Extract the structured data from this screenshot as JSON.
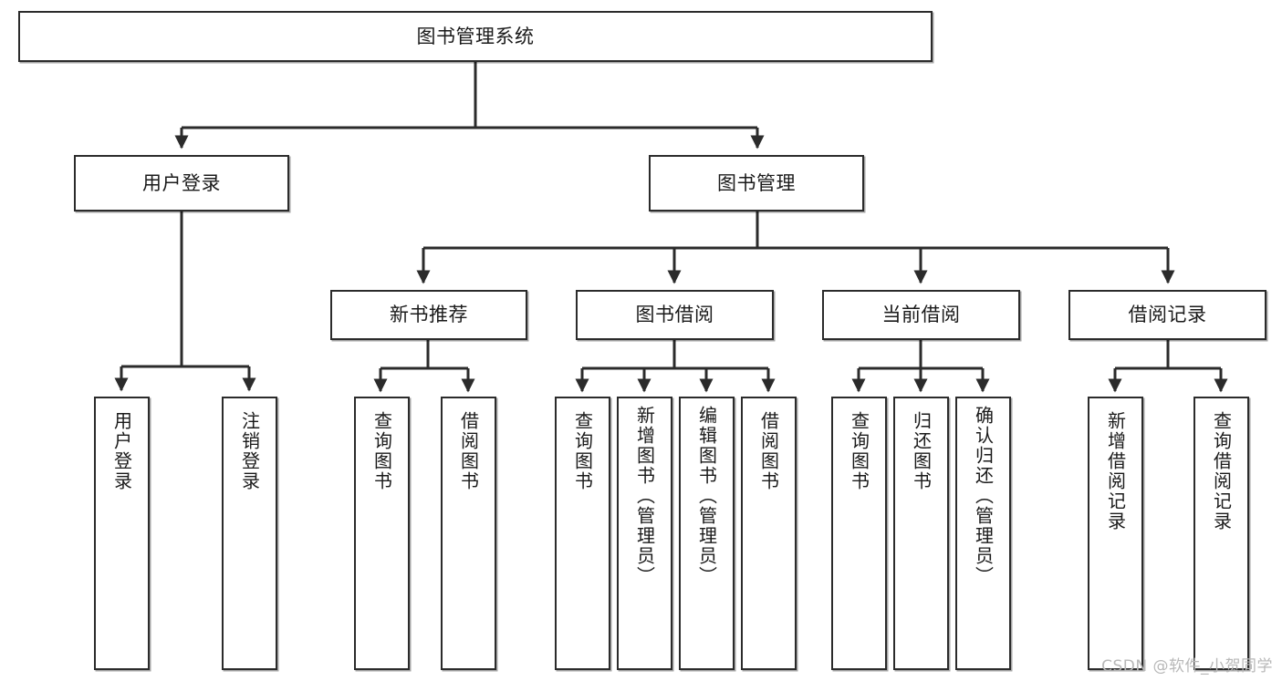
{
  "diagram": {
    "title": "图书管理系统",
    "watermark": "CSDN @软件_小贺同学",
    "colors": {
      "box_border": "#2b2b2b",
      "box_fill": "#ffffff",
      "connector": "#2b2b2b",
      "text": "#1a1a1a",
      "watermark": "#b8b8b8"
    },
    "levels": {
      "root": {
        "label": "图书管理系统"
      },
      "level2": [
        {
          "label": "用户登录"
        },
        {
          "label": "图书管理"
        }
      ],
      "level3": [
        {
          "label": "新书推荐"
        },
        {
          "label": "图书借阅"
        },
        {
          "label": "当前借阅"
        },
        {
          "label": "借阅记录"
        }
      ],
      "leaves": {
        "user_login": [
          {
            "label": "用户登录"
          },
          {
            "label": "注销登录"
          }
        ],
        "new_book_recommend": [
          {
            "label": "查询图书"
          },
          {
            "label": "借阅图书"
          }
        ],
        "book_borrow": [
          {
            "label": "查询图书"
          },
          {
            "label": "新增图书（管理员）"
          },
          {
            "label": "编辑图书（管理员）"
          },
          {
            "label": "借阅图书"
          }
        ],
        "current_borrow": [
          {
            "label": "查询图书"
          },
          {
            "label": "归还图书"
          },
          {
            "label": "确认归还（管理员）"
          }
        ],
        "borrow_record": [
          {
            "label": "新增借阅记录"
          },
          {
            "label": "查询借阅记录"
          }
        ]
      }
    }
  }
}
